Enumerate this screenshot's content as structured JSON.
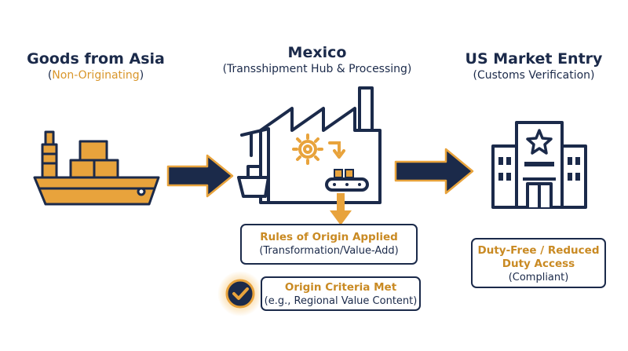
{
  "left": {
    "title": "Goods from Asia",
    "sub_open": "(",
    "sub_highlight": "Non-Originating",
    "sub_close": ")"
  },
  "center": {
    "title": "Mexico",
    "subtitle": "(Transshipment Hub & Processing)"
  },
  "right": {
    "title": "US Market Entry",
    "subtitle": "(Customs Verification)"
  },
  "rules_box": {
    "title": "Rules of Origin Applied",
    "sub": "(Transformation/Value-Add)"
  },
  "criteria_box": {
    "title": "Origin Criteria Met",
    "sub": "(e.g., Regional Value Content)"
  },
  "duty_box": {
    "title_line1": "Duty-Free / Reduced",
    "title_line2": "Duty Access",
    "sub": "(Compliant)"
  },
  "colors": {
    "navy": "#1b2a4a",
    "gold": "#e8a33c"
  },
  "icons": [
    "cargo-ship-icon",
    "arrow-right-icon",
    "factory-icon",
    "gear-icon",
    "conveyor-icon",
    "arrow-down-icon",
    "check-icon",
    "customs-building-icon",
    "star-icon"
  ]
}
